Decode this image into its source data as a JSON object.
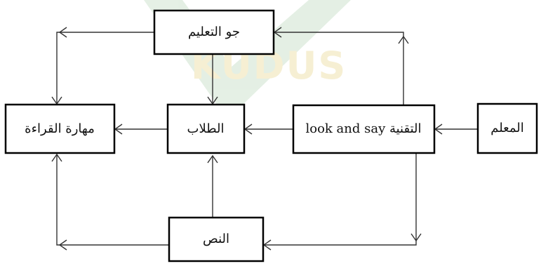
{
  "diagram": {
    "watermark": {
      "text": "KUDUS",
      "colors": {
        "green": "#cfe3cf",
        "gold": "#efe2b0"
      }
    },
    "colors": {
      "box_border": "#000000",
      "edge": "#333333",
      "text": "#111111",
      "background": "#ffffff"
    },
    "nodes": [
      {
        "id": "jaw",
        "label": "جو التعليم"
      },
      {
        "id": "maharah",
        "label": "مهارة القراءة"
      },
      {
        "id": "tullab",
        "label": "الطلاب"
      },
      {
        "id": "technique",
        "label": "التقنية look and say"
      },
      {
        "id": "muallim",
        "label": "المعلم"
      },
      {
        "id": "nass",
        "label": "النص"
      }
    ],
    "edges": [
      {
        "from": "muallim",
        "to": "technique"
      },
      {
        "from": "technique",
        "to": "tullab"
      },
      {
        "from": "tullab",
        "to": "maharah"
      },
      {
        "from": "technique",
        "to": "jaw"
      },
      {
        "from": "jaw",
        "to": "tullab"
      },
      {
        "from": "jaw",
        "to": "maharah"
      },
      {
        "from": "technique",
        "to": "nass"
      },
      {
        "from": "nass",
        "to": "tullab"
      },
      {
        "from": "nass",
        "to": "maharah"
      }
    ]
  }
}
